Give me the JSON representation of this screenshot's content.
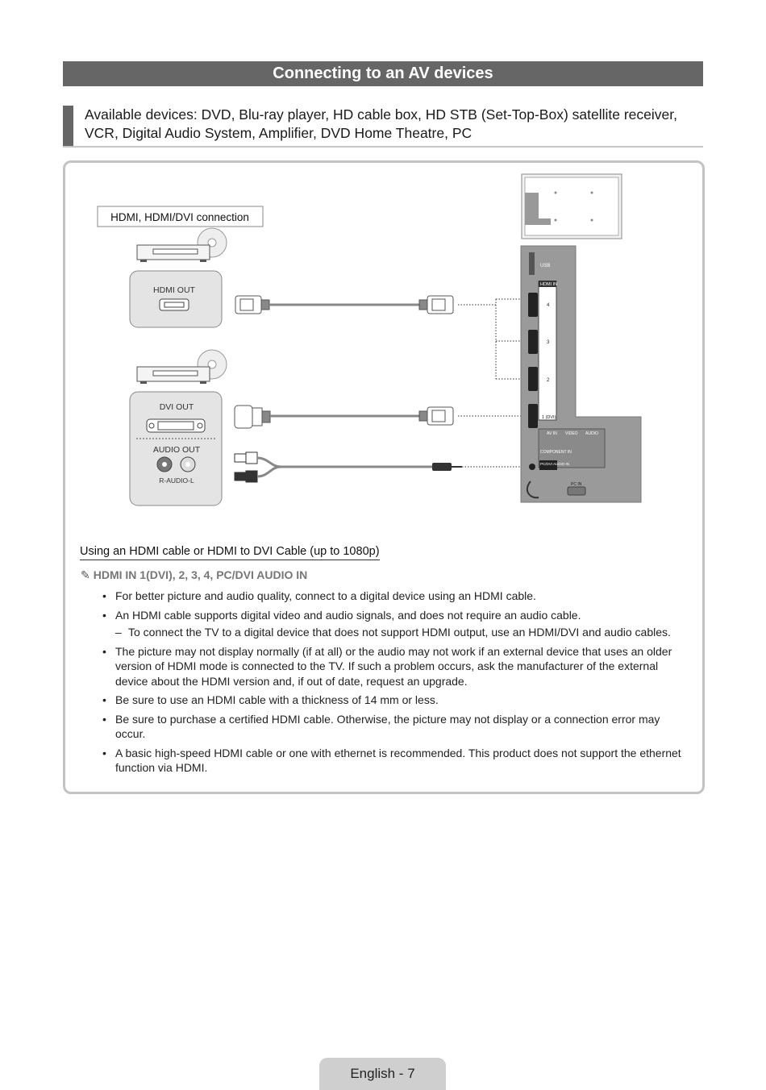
{
  "header": {
    "title": "Connecting to an AV devices"
  },
  "available": {
    "text": "Available devices: DVD, Blu-ray player, HD cable box, HD STB (Set-Top-Box) satellite receiver, VCR, Digital Audio System, Amplifier, DVD Home Theatre, PC"
  },
  "diagram": {
    "connection_label": "HDMI, HDMI/DVI connection",
    "device1_port": "HDMI OUT",
    "device2_port1": "DVI OUT",
    "device2_port2": "AUDIO OUT",
    "device2_audio_sub": "R-AUDIO-L",
    "tv_panel": {
      "usb": "USB",
      "hdmi_in": "HDMI IN",
      "port4": "4",
      "port3": "3",
      "port2": "2",
      "port1": "1 (DVI)",
      "av_in": "AV IN",
      "video": "VIDEO",
      "audio": "AUDIO",
      "component": "COMPONENT IN",
      "pcdvi_audio": "PC/DVI AUDIO IN",
      "pc_in": "PC IN"
    }
  },
  "section": {
    "heading": "Using an HDMI cable or HDMI to DVI Cable (up to 1080p)",
    "note": "HDMI IN 1(DVI), 2, 3, 4, PC/DVI AUDIO IN",
    "bullets": [
      {
        "text": "For better picture and audio quality, connect to a digital device using an HDMI cable."
      },
      {
        "text": "An HDMI cable supports digital video and audio signals, and does not require an audio cable.",
        "sub": "To connect the TV to a digital device that does not support HDMI output, use an HDMI/DVI and audio cables."
      },
      {
        "text": "The picture may not display normally (if at all) or the audio may not work if an external device that uses an older version of HDMI mode is connected to the TV. If such a problem occurs, ask the manufacturer of the external device about the HDMI version and, if out of date, request an upgrade."
      },
      {
        "text": "Be sure to use an HDMI cable with a thickness of 14 mm or less."
      },
      {
        "text": "Be sure to purchase a certified HDMI cable. Otherwise, the picture may not display or a connection error may occur."
      },
      {
        "text": "A basic high-speed HDMI cable or one with ethernet is recommended. This product does not support the ethernet function via HDMI."
      }
    ]
  },
  "footer": {
    "page_label": "English - 7"
  }
}
